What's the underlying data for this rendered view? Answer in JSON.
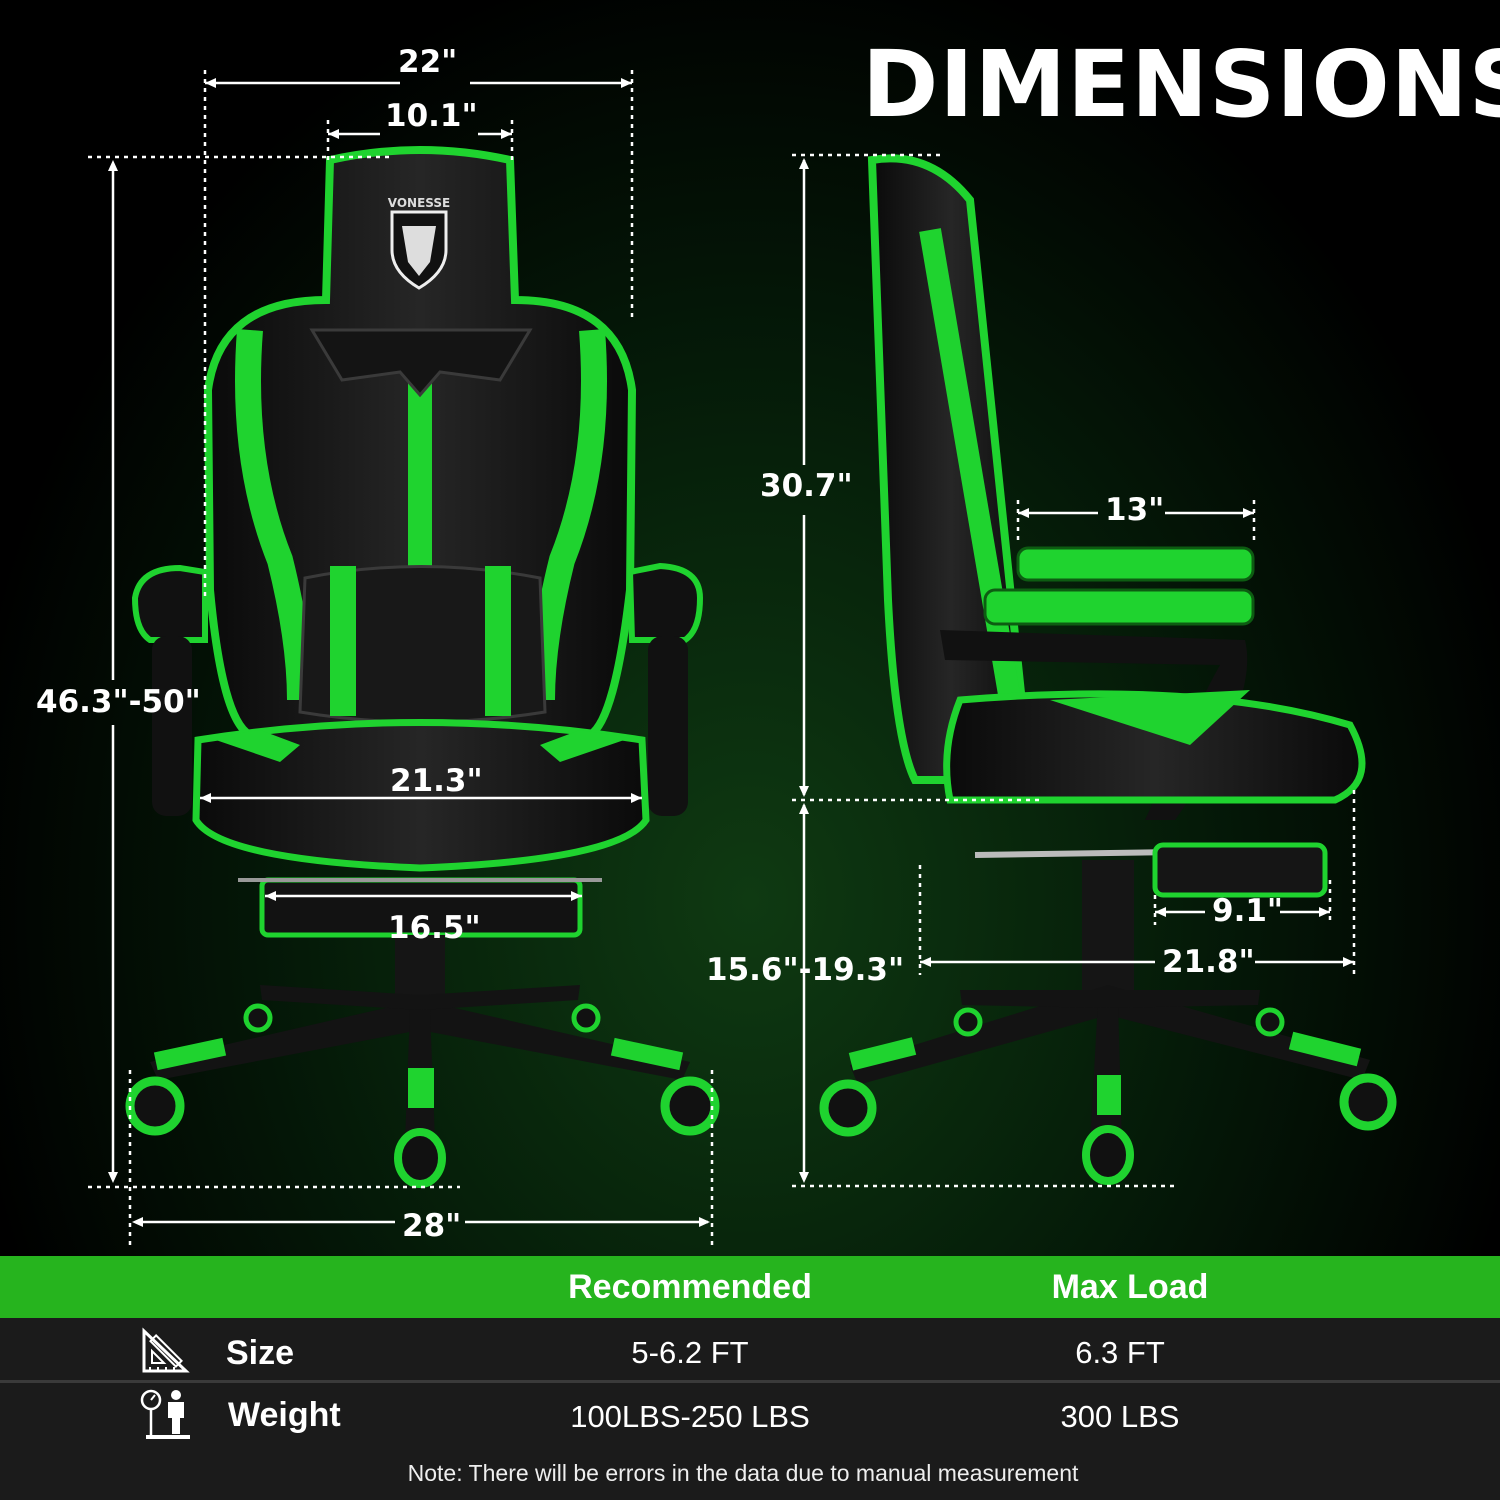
{
  "title": "DIMENSIONS",
  "brand": "VONESSE",
  "colors": {
    "accent": "#26b41e",
    "chair_green": "#1fd32f",
    "table_bg": "#1b1b1b"
  },
  "front_dimensions": {
    "width_overall": "22\"",
    "headrest_width": "10.1\"",
    "height_total": "46.3\"-50\"",
    "seat_width": "21.3\"",
    "footrest_width": "16.5\"",
    "base_width": "28\""
  },
  "side_dimensions": {
    "backrest_height": "30.7\"",
    "armrest_length": "13\"",
    "seat_height": "15.6\"-19.3\"",
    "footrest_depth": "9.1\"",
    "seat_depth": "21.8\""
  },
  "table": {
    "headers": [
      "",
      "Recommended",
      "Max Load"
    ],
    "rows": [
      {
        "icon": "ruler-triangle-icon",
        "label": "Size",
        "recommended": "5-6.2 FT",
        "max": "6.3 FT"
      },
      {
        "icon": "scale-person-icon",
        "label": "Weight",
        "recommended": "100LBS-250 LBS",
        "max": "300 LBS"
      }
    ],
    "note": "Note: There will be errors in the data due to manual measurement"
  }
}
